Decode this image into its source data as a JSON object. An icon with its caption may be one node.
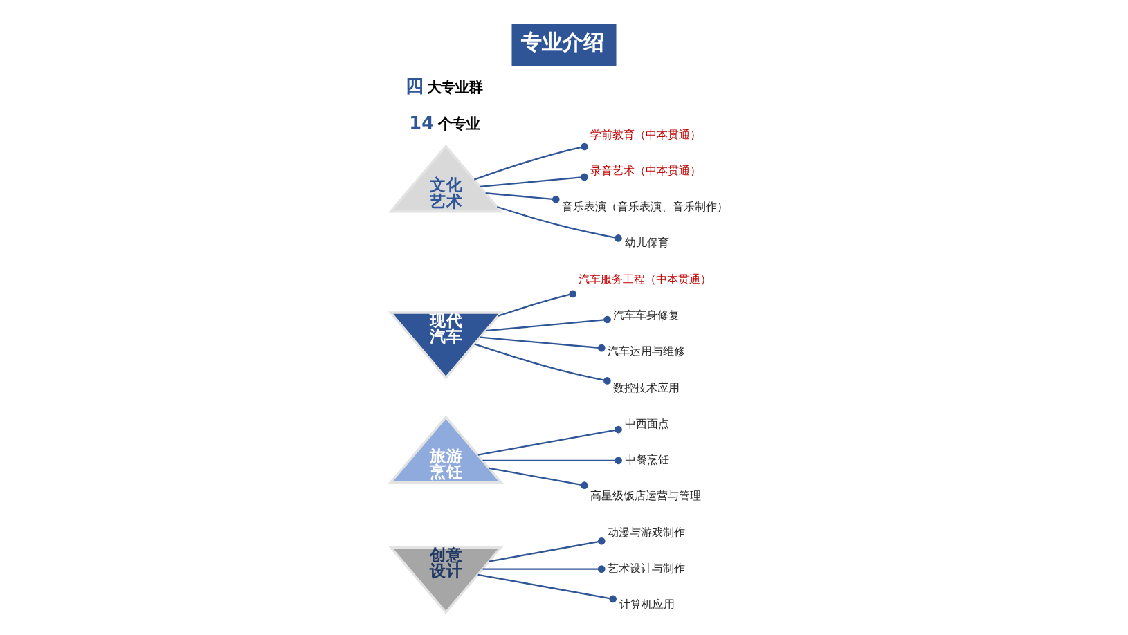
{
  "diagram": {
    "title": "专业介绍",
    "nodes": [
      {
        "text": [
          "文化艺术"
        ]
      },
      {
        "text": [
          "学前教育（中本贯通）"
        ]
      },
      {
        "text": [
          "录音艺术（中本贯通）"
        ]
      },
      {
        "text": [
          "音乐表演（音乐表演、音乐制作）"
        ]
      },
      {
        "text": [
          "幼儿保育"
        ]
      },
      {
        "text": [
          "现代汽车"
        ]
      },
      {
        "text": [
          "汽车服务工程（中本贯通）"
        ]
      },
      {
        "text": [
          "汽车车身修复"
        ]
      },
      {
        "text": [
          "汽车运用与维修"
        ]
      },
      {
        "text": [
          "数控技术应用"
        ]
      },
      {
        "text": [
          "旅游烹饪"
        ]
      },
      {
        "text": [
          "中西面点"
        ]
      },
      {
        "text": [
          "中餐烹饪"
        ]
      },
      {
        "text": [
          "高星级饭店运营与管理"
        ]
      },
      {
        "text": [
          "创意设计"
        ]
      },
      {
        "text": [
          "动漫与游戏制作"
        ]
      },
      {
        "text": [
          "艺术设计与制作"
        ]
      },
      {
        "text": [
          "计算机应用"
        ]
      }
    ],
    "edges": [
      {
        "from": 0,
        "to": 1,
        "arrow": "other"
      },
      {
        "from": 0,
        "to": 2,
        "arrow": "other"
      },
      {
        "from": 0,
        "to": 3,
        "arrow": "other"
      },
      {
        "from": 0,
        "to": 4,
        "arrow": "other"
      },
      {
        "from": 5,
        "to": 6,
        "arrow": "other"
      },
      {
        "from": 5,
        "to": 7,
        "arrow": "other"
      },
      {
        "from": 5,
        "to": 8,
        "arrow": "other"
      },
      {
        "from": 5,
        "to": 9,
        "arrow": "other"
      },
      {
        "from": 10,
        "to": 11,
        "arrow": "other"
      },
      {
        "from": 10,
        "to": 12,
        "arrow": "other"
      },
      {
        "from": 10,
        "to": 13,
        "arrow": "other"
      },
      {
        "from": 14,
        "to": 15,
        "arrow": "other"
      },
      {
        "from": 14,
        "to": 16,
        "arrow": "other"
      },
      {
        "from": 14,
        "to": 17,
        "arrow": "other"
      }
    ],
    "labels": [
      "四 大专业群",
      "14 个专业"
    ]
  }
}
